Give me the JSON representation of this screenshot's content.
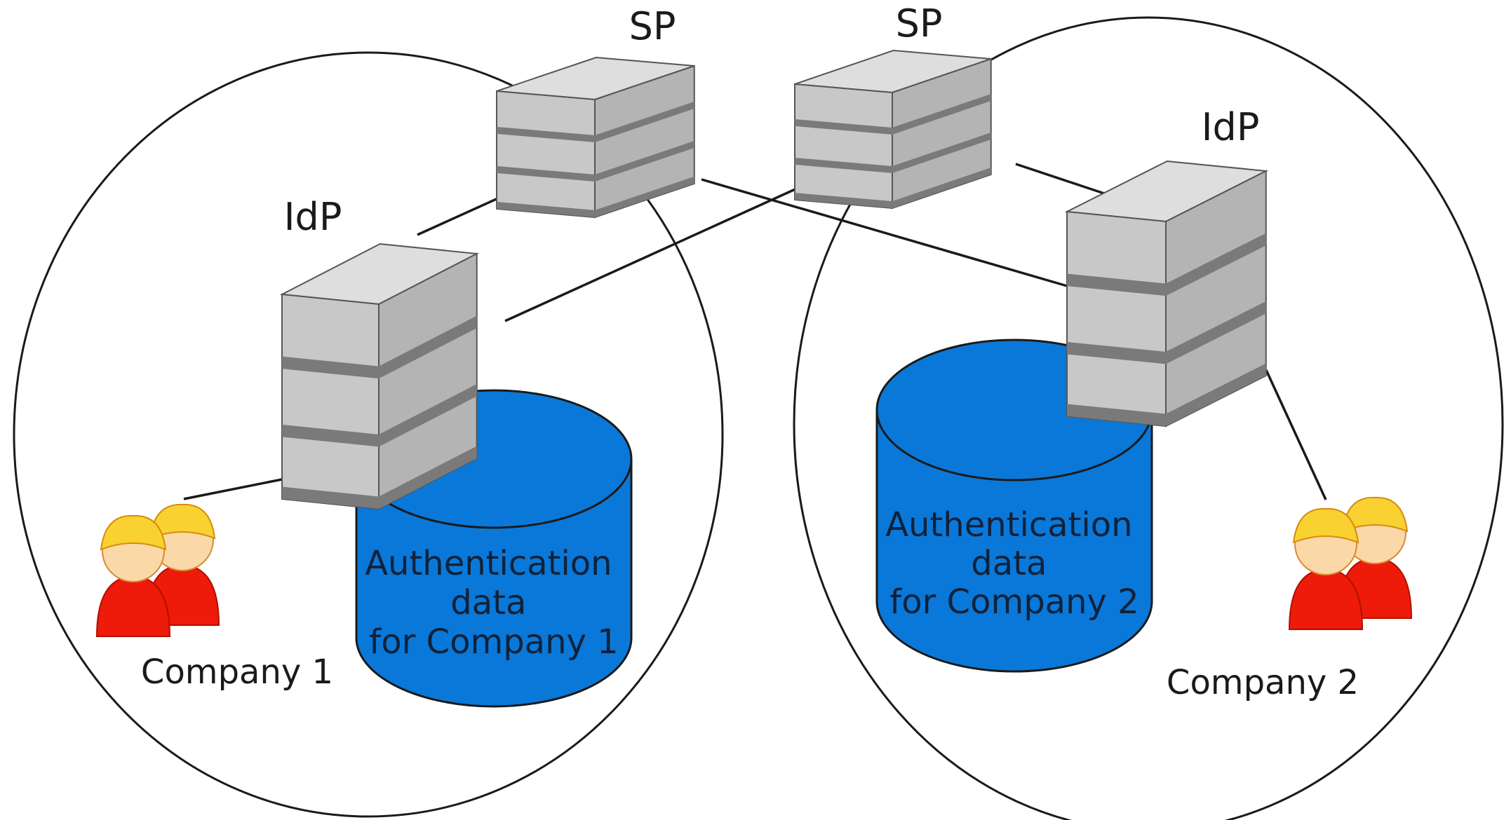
{
  "nodes": {
    "sp_left": {
      "label": "SP"
    },
    "sp_right": {
      "label": "SP"
    },
    "idp_left": {
      "label": "IdP"
    },
    "idp_right": {
      "label": "IdP"
    }
  },
  "companies": {
    "company1": {
      "label": "Company 1"
    },
    "company2": {
      "label": "Company 2"
    }
  },
  "databases": {
    "db1": {
      "lines": [
        "Authentication",
        "data",
        "for Company 1"
      ]
    },
    "db2": {
      "lines": [
        "Authentication",
        "data",
        "for Company 2"
      ]
    }
  },
  "colors": {
    "server_front": "#c8c8c8",
    "server_top": "#dedede",
    "server_side": "#b4b4b4",
    "server_band": "#7a7a7a",
    "database": "#0a78d8",
    "user_head": "#fbd8a8",
    "user_helmet": "#f9d231",
    "user_body": "#ee1b0a"
  },
  "icons": [
    "server-icon",
    "database-icon",
    "users-icon"
  ]
}
